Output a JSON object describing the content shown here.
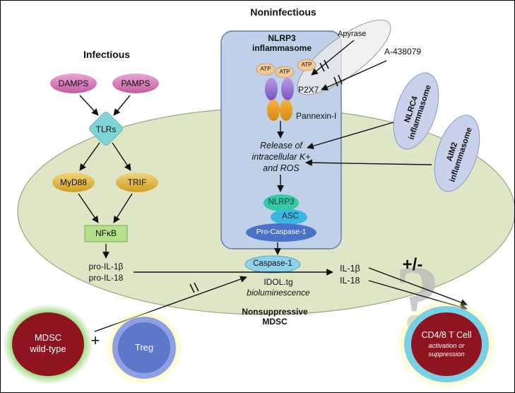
{
  "titles": {
    "noninfectious": "Noninfectious",
    "infectious": "Infectious"
  },
  "nlrp3_box": {
    "line1": "NLRP3",
    "line2": "inflammasome"
  },
  "pathway": {
    "damps": "DAMPS",
    "pamps": "PAMPS",
    "tlrs": "TLRs",
    "myd88": "MyD88",
    "trif": "TRIF",
    "nfkb": "NFκB",
    "pro_il1b": "pro-IL-1β",
    "pro_il18": "pro-IL-18"
  },
  "receptors": {
    "apyrase": "Apyrase",
    "a438079": "A-438079",
    "atp": [
      "ATP",
      "ATP",
      "ATP"
    ],
    "p2x7": "P2X7",
    "pannexin": "Pannexin-I"
  },
  "release": {
    "line1": "Release of",
    "line2": "intracellular K+",
    "line3": "and ROS"
  },
  "complex": {
    "nlrp3": "NLRP3",
    "asc": "ASC",
    "pro_caspase": "Pro-Caspase-1",
    "caspase": "Caspase-1"
  },
  "idol": {
    "line1": "IDOL.tg",
    "line2": "bioluminescence"
  },
  "cytokines": {
    "il1b": "IL-1β",
    "il18": "IL-18"
  },
  "other_inflammasomes": {
    "nlrc4": {
      "line1": "NLRC4",
      "line2": "inflammasome"
    },
    "aim2": {
      "line1": "AIM2",
      "line2": "inflammasome"
    }
  },
  "mdsc_label": {
    "line1": "Nonsuppressive",
    "line2": "MDSC"
  },
  "cells": {
    "mdsc": {
      "line1": "MDSC",
      "line2": "wild-type"
    },
    "plus": "+",
    "treg": "Treg",
    "tcell": {
      "line1": "CD4/8 T Cell",
      "line2": "activation or",
      "line3": "suppression"
    }
  },
  "effect": {
    "plus_minus": "+/-",
    "question": "?"
  },
  "colors": {
    "big_ellipse_fill": "#dfe6c6",
    "big_ellipse_stroke": "#9aa880",
    "nlrp3_box_fill": "#bfd0e8",
    "nlrp3_box_stroke": "#5f79a8",
    "pink_oval": "#d97ab9",
    "tlr_diamond": "#7fd3d6",
    "yellow_oval": "#e2b93c",
    "nfkb_box": "#b4e08c",
    "mdsc_red": "#8e1422",
    "treg_blue": "#5d78c8",
    "tcell_red": "#8e1422",
    "nlrp3_green": "#35c9a6",
    "asc_cyan": "#3ab7e0",
    "procasp_blue": "#4a72c8"
  }
}
